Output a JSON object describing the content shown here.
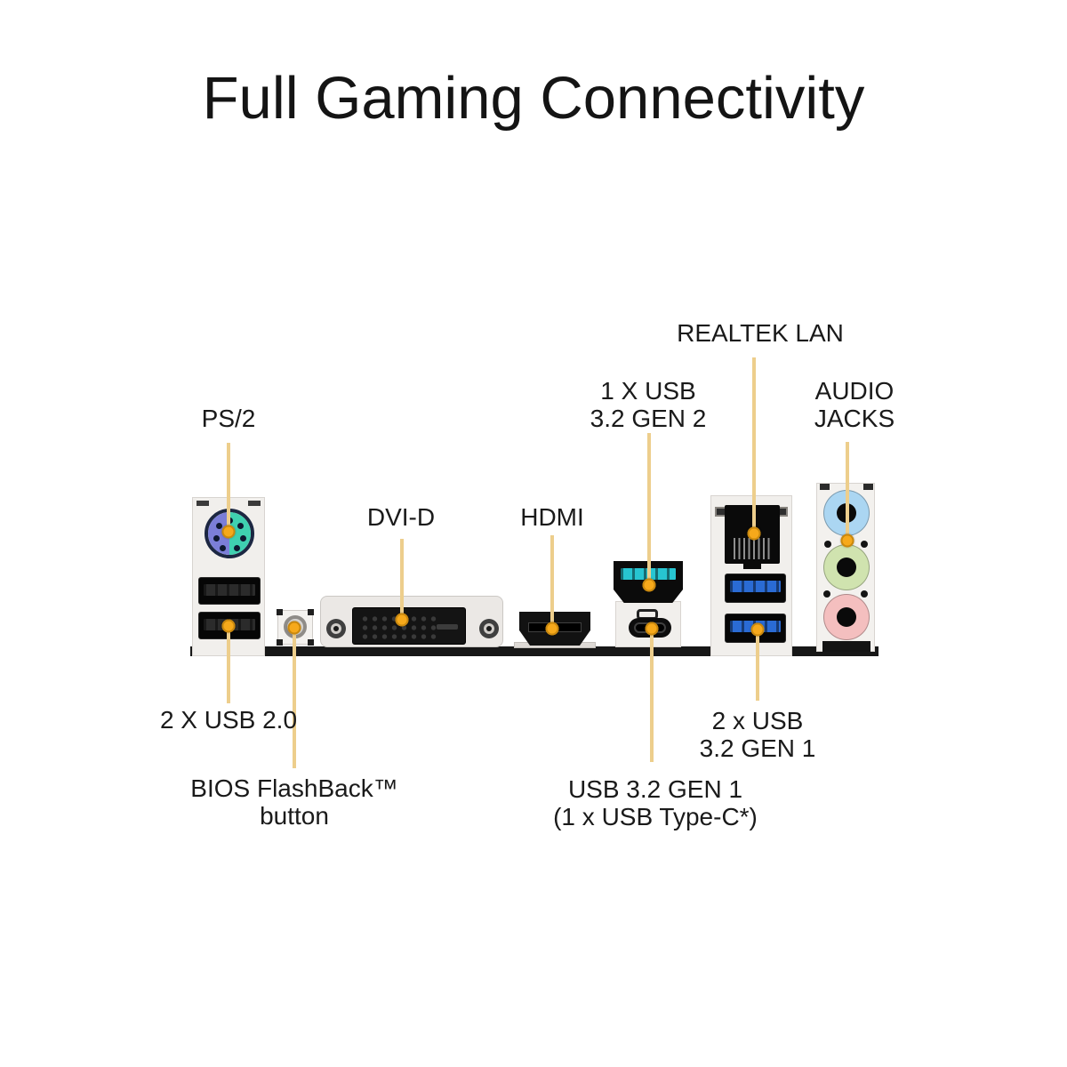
{
  "title": "Full Gaming Connectivity",
  "labels": {
    "ps2": "PS/2",
    "dvi_d": "DVI-D",
    "hdmi": "HDMI",
    "usb_gen2": "1 X USB\n3.2 GEN 2",
    "realtek_lan": "REALTEK LAN",
    "audio_jacks": "AUDIO\nJACKS",
    "usb2": "2 X USB 2.0",
    "bios_flashback": "BIOS FlashBack™\nbutton",
    "usb_type_c": "USB 3.2 GEN 1\n(1 x USB Type-C*)",
    "usb_gen1": "2 x USB\n3.2 GEN 1"
  },
  "colors": {
    "leader_line": "#EDCE8C",
    "leader_dot": "#F6A91B",
    "ps2_purple": "#7B7ED8",
    "ps2_teal": "#3FD0B0",
    "usb2_tongue": "#2B2B2B",
    "usb_gen1_tongue": "#2A6BD4",
    "usb_gen2_tongue": "#27C5D1",
    "audio_line_in": "#ABD6F2",
    "audio_line_out": "#D0E3AF",
    "audio_mic": "#F4BFBF"
  }
}
